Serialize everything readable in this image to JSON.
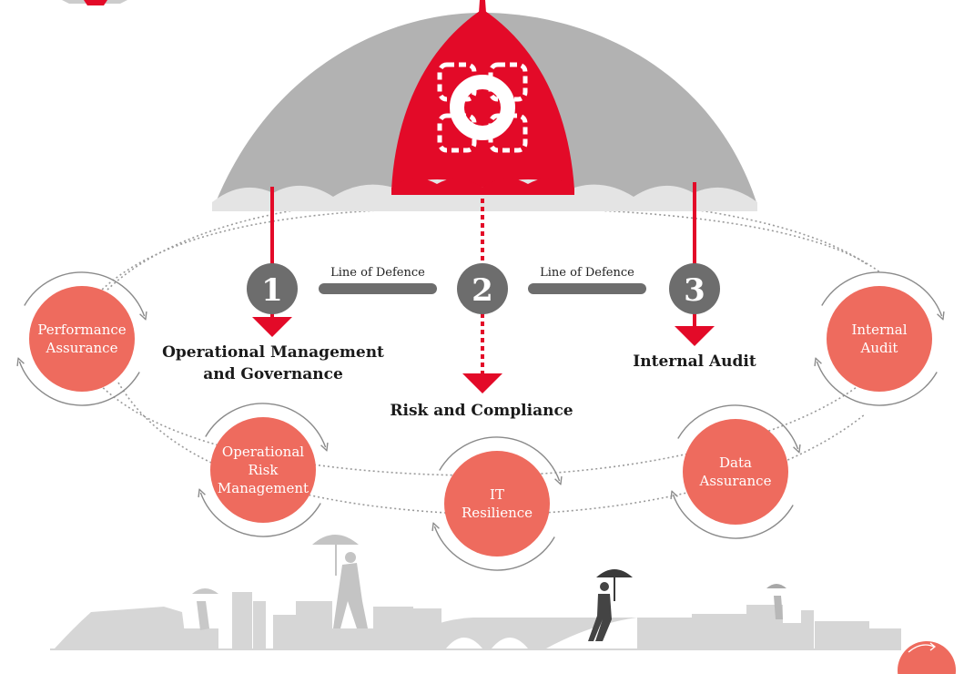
{
  "colors": {
    "accent_red": "#e30a28",
    "circle_coral": "#ee6b5e",
    "umbrella_grey": "#b2b2b2",
    "scallop_light": "#e4e4e4",
    "badge_grey": "#6d6d6d",
    "skyline_grey": "#d6d6d6",
    "orbit_grey": "#9a9a9a"
  },
  "lines": [
    {
      "number": "1",
      "heading": [
        "Operational Management",
        "and Governance"
      ]
    },
    {
      "number": "2",
      "heading": [
        "Risk and Compliance"
      ]
    },
    {
      "number": "3",
      "heading": [
        "Internal Audit"
      ]
    }
  ],
  "connectors": [
    {
      "label": "Line of Defence"
    },
    {
      "label": "Line of Defence"
    }
  ],
  "services": [
    {
      "name": "performance-assurance",
      "label": [
        "Performance",
        "Assurance"
      ]
    },
    {
      "name": "operational-risk-management",
      "label": [
        "Operational",
        "Risk",
        "Management"
      ]
    },
    {
      "name": "it-resilience",
      "label": [
        "IT",
        "Resilience"
      ]
    },
    {
      "name": "data-assurance",
      "label": [
        "Data",
        "Assurance"
      ]
    },
    {
      "name": "internal-audit",
      "label": [
        "Internal",
        "Audit"
      ]
    }
  ],
  "icons": {
    "umbrella_emblem": "lifebuoy-icon",
    "cycle_arrows": "refresh-arrows-icon",
    "figures": "person-with-umbrella-icon"
  }
}
